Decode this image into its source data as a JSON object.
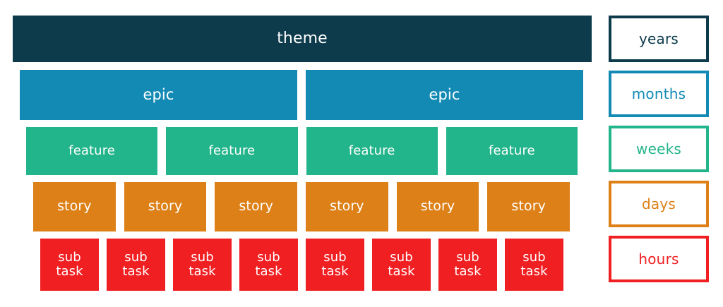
{
  "palette": {
    "theme": "#0d3b4c",
    "epic": "#128ab4",
    "feature": "#22b48a",
    "story": "#dd8018",
    "subtask": "#f01f22",
    "background": "#ffffff",
    "label_on_fill": "#ffffff"
  },
  "hierarchy": {
    "rows": [
      {
        "level": "theme",
        "color": "#0d3b4c",
        "cells": [
          {
            "label": "theme",
            "flex": 1
          }
        ]
      },
      {
        "level": "epic",
        "color": "#128ab4",
        "cells": [
          {
            "label": "epic",
            "flex": 1
          },
          {
            "label": "epic",
            "flex": 1
          }
        ]
      },
      {
        "level": "feature",
        "color": "#22b48a",
        "cells": [
          {
            "label": "feature",
            "flex": 1
          },
          {
            "label": "feature",
            "flex": 1
          },
          {
            "label": "feature",
            "flex": 1
          },
          {
            "label": "feature",
            "flex": 1
          }
        ]
      },
      {
        "level": "story",
        "color": "#dd8018",
        "cells": [
          {
            "label": "story",
            "flex": 1
          },
          {
            "label": "story",
            "flex": 1
          },
          {
            "label": "story",
            "flex": 1
          },
          {
            "label": "story",
            "flex": 1
          },
          {
            "label": "story",
            "flex": 1
          },
          {
            "label": "story",
            "flex": 1
          }
        ]
      },
      {
        "level": "subtask",
        "color": "#f01f22",
        "cells": [
          {
            "label_line1": "sub",
            "label_line2": "task"
          },
          {
            "label_line1": "sub",
            "label_line2": "task"
          },
          {
            "label_line1": "sub",
            "label_line2": "task"
          },
          {
            "label_line1": "sub",
            "label_line2": "task"
          },
          {
            "label_line1": "sub",
            "label_line2": "task"
          },
          {
            "label_line1": "sub",
            "label_line2": "task"
          },
          {
            "label_line1": "sub",
            "label_line2": "task"
          },
          {
            "label_line1": "sub",
            "label_line2": "task"
          }
        ]
      }
    ]
  },
  "legend": {
    "items": [
      {
        "label": "years",
        "color": "#0d3b4c"
      },
      {
        "label": "months",
        "color": "#128ab4"
      },
      {
        "label": "weeks",
        "color": "#22b48a"
      },
      {
        "label": "days",
        "color": "#dd8018"
      },
      {
        "label": "hours",
        "color": "#f01f22"
      }
    ]
  }
}
